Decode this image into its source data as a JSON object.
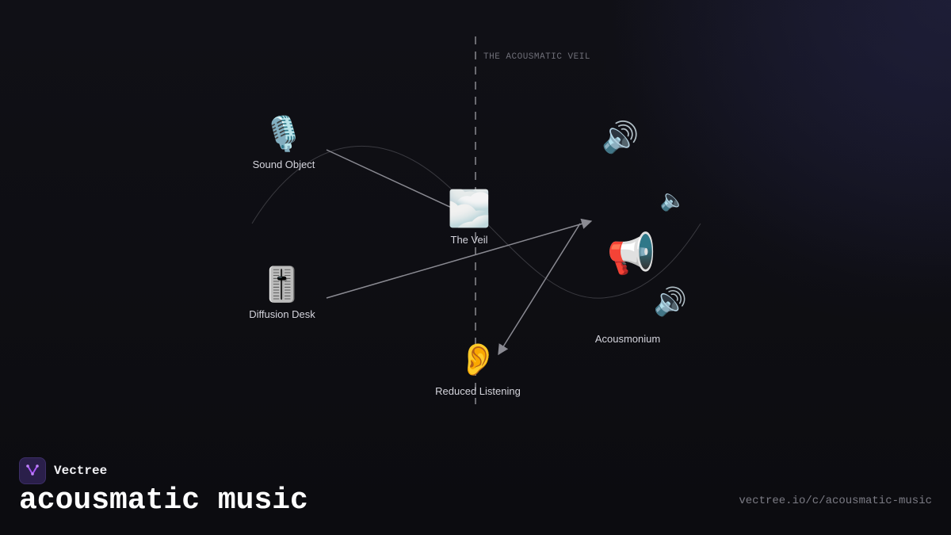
{
  "diagram": {
    "veil_caption": "THE ACOUSMATIC VEIL",
    "nodes": {
      "sound_object": {
        "emoji": "🎙️",
        "label": "Sound Object",
        "icon": "microphone-icon"
      },
      "diffusion_desk": {
        "emoji": "🎚️",
        "label": "Diffusion Desk",
        "icon": "level-slider-icon"
      },
      "the_veil": {
        "emoji": "🌫️",
        "label": "The Veil",
        "icon": "fog-icon"
      },
      "reduced_listening": {
        "emoji": "👂",
        "label": "Reduced Listening",
        "icon": "ear-icon"
      },
      "acousmonium": {
        "label": "Acousmonium",
        "speakers": [
          {
            "emoji": "🔊",
            "icon": "speaker-high-volume-icon"
          },
          {
            "emoji": "🔈",
            "icon": "speaker-low-volume-icon"
          },
          {
            "emoji": "📢",
            "icon": "megaphone-icon"
          },
          {
            "emoji": "🔊",
            "icon": "speaker-high-volume-icon"
          }
        ]
      }
    },
    "edges": [
      {
        "from": "Sound Object",
        "to": "The Veil"
      },
      {
        "from": "Diffusion Desk",
        "to": "Acousmonium"
      },
      {
        "from": "Acousmonium",
        "to": "Reduced Listening"
      }
    ]
  },
  "footer": {
    "brand_name": "Vectree",
    "title": "acousmatic music",
    "url": "vectree.io/c/acousmatic-music"
  },
  "colors": {
    "background": "#0e0e12",
    "arrow": "#8a8a92",
    "veil_line": "#8a8a90",
    "label": "#d4d4dc",
    "brand_accent": "#a855f7"
  }
}
